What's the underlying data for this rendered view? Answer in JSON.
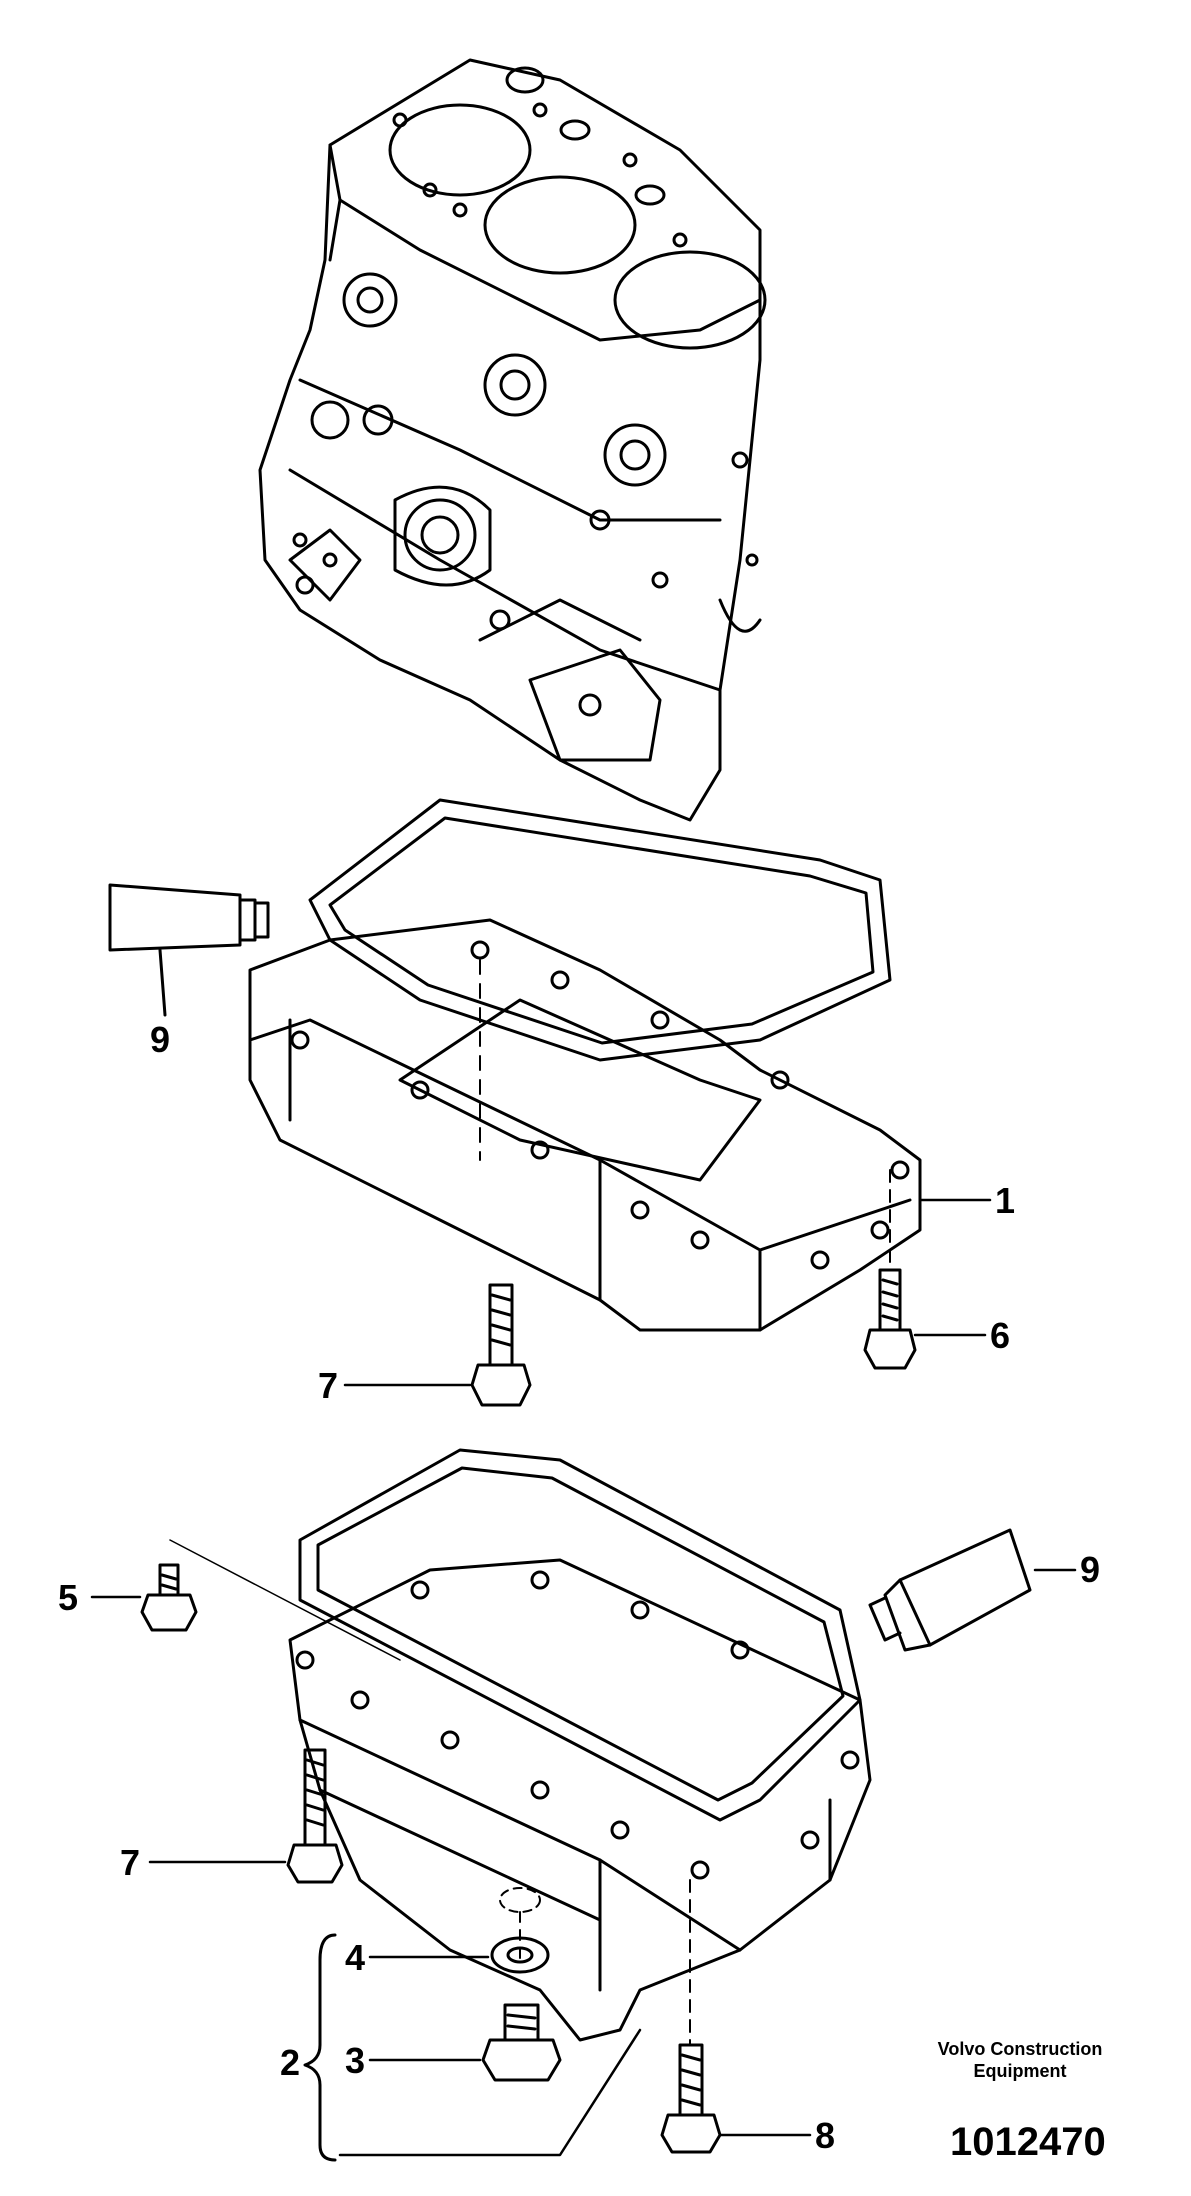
{
  "callouts": {
    "c1": "1",
    "c2": "2",
    "c3": "3",
    "c4": "4",
    "c5": "5",
    "c6": "6",
    "c7a": "7",
    "c7b": "7",
    "c8": "8",
    "c9a": "9",
    "c9b": "9"
  },
  "brand": {
    "line1": "Volvo Construction",
    "line2": "Equipment"
  },
  "figure_number": "1012470"
}
